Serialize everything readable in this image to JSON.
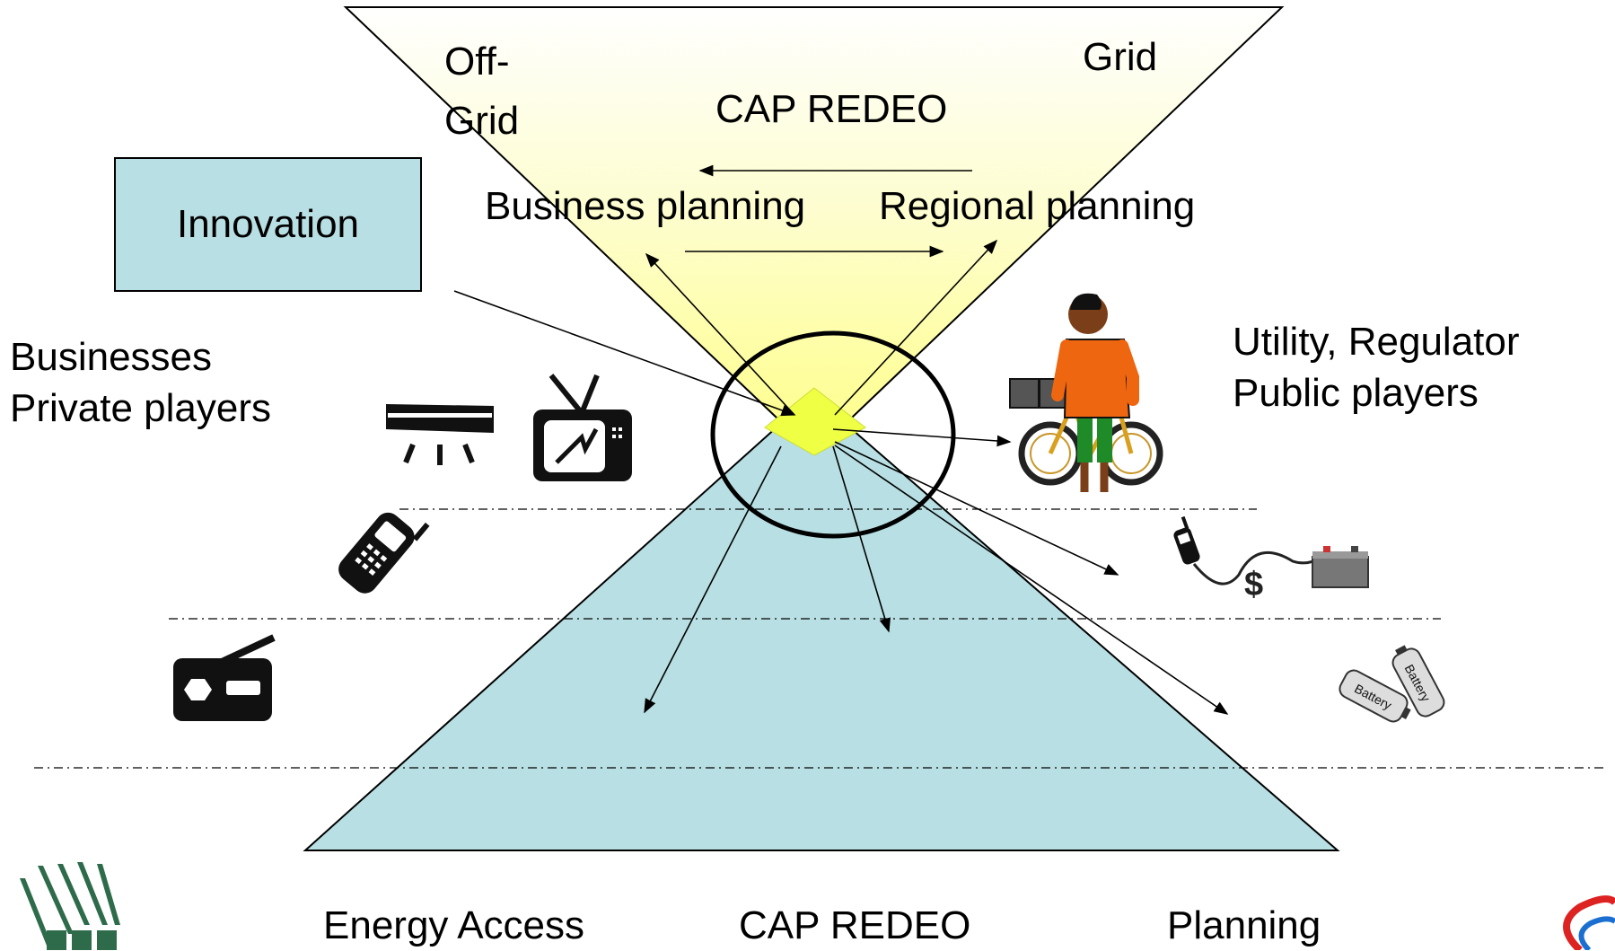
{
  "diagram": {
    "top_funnel": {
      "left_label": "Off-\nGrid",
      "right_label": "Grid",
      "center_label": "CAP REDEO",
      "business_planning": "Business planning",
      "regional_planning": "Regional planning"
    },
    "innovation": "Innovation",
    "left_side": {
      "line1": "Businesses",
      "line2": "Private players"
    },
    "right_side": {
      "line1": "Utility, Regulator",
      "line2": "Public players"
    },
    "bottom_labels": {
      "left": "Energy Access",
      "center": "CAP REDEO",
      "right": "Planning"
    },
    "icons": [
      "air-conditioner-icon",
      "television-icon",
      "mobile-phone-icon",
      "radio-icon",
      "person-with-bicycle-battery-icon",
      "phone-pay-battery-icon",
      "batteries-icon",
      "etc-logo",
      "corner-logo"
    ],
    "battery_text": "Battery",
    "colors": {
      "funnel_yellow": "#ffff99",
      "pyramid_blue": "#b8dfe3",
      "diamond": "#eeff44"
    }
  }
}
